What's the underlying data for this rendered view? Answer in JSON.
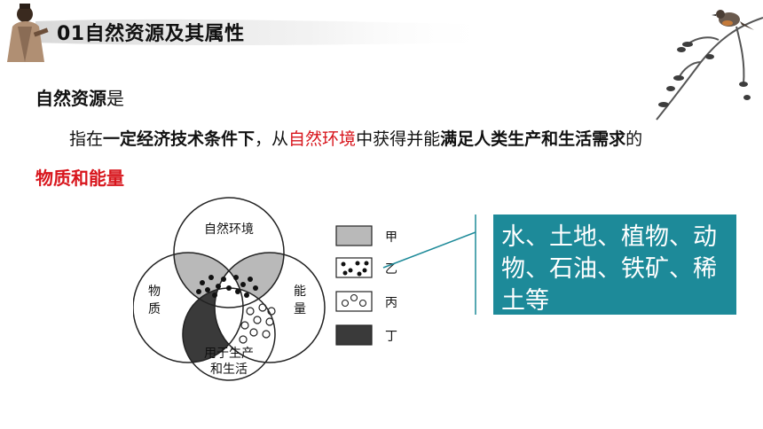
{
  "header": {
    "title": "01自然资源及其属性"
  },
  "term": {
    "prefix": "自然资源",
    "suffix": "是"
  },
  "definition": {
    "p1": "指在",
    "p2": "一定经济技术条件下",
    "p3": "，从",
    "p4": "自然环境",
    "p5": "中获得并能",
    "p6": "满足人类生产和生活需求",
    "p7": "的"
  },
  "result": "物质和能量",
  "venn": {
    "top": "自然环境",
    "left1": "物",
    "left2": "质",
    "right1": "能",
    "right2": "量",
    "bottom1": "用于生产",
    "bottom2": "和生活"
  },
  "legend": [
    {
      "label": "甲",
      "pattern": "gray"
    },
    {
      "label": "乙",
      "pattern": "dots-black"
    },
    {
      "label": "丙",
      "pattern": "circles"
    },
    {
      "label": "丁",
      "pattern": "dark"
    }
  ],
  "answer": {
    "text": "水、土地、植物、动物、石油、铁矿、稀土等"
  },
  "colors": {
    "accent": "#1d8a99",
    "highlight": "#d8161d"
  }
}
